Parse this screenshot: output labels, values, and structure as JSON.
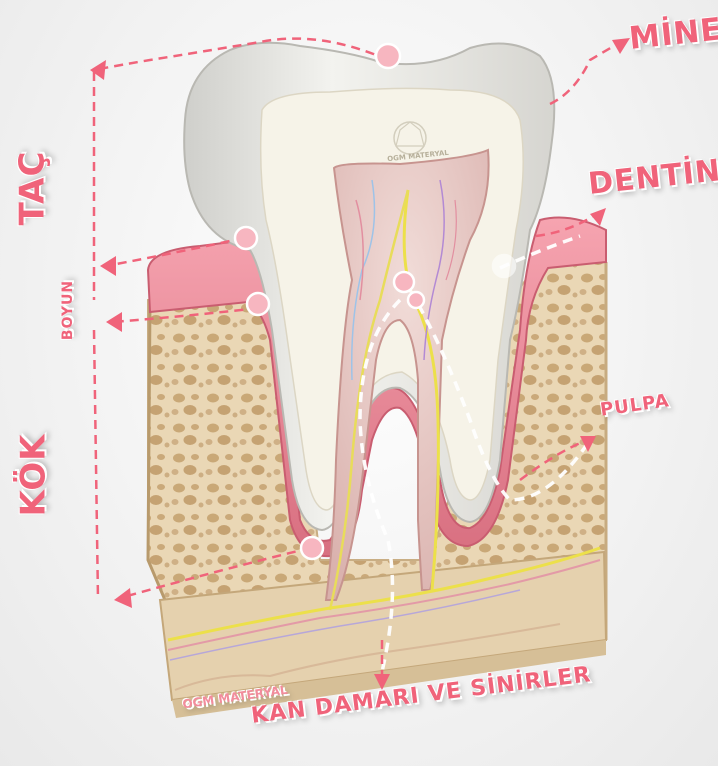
{
  "labels": {
    "mine": "MİNE",
    "dentin": "DENTİN",
    "pulpa": "PULPA",
    "kan_damari": "KAN DAMARI VE SİNİRLER",
    "tac": "TAÇ",
    "boyun": "BOYUN",
    "kok": "KÖK"
  },
  "watermark": {
    "corner": "OGM MATERYAL",
    "seal": "OGM MATERYAL"
  },
  "colors": {
    "accent": "#f0637a",
    "gum": "#e88a98",
    "bone": "#ead7b5",
    "enamel": "#e9e8e4",
    "dentin": "#f7f4ea",
    "pulp": "#e6c9c6",
    "nerve": "#f2e44f"
  }
}
